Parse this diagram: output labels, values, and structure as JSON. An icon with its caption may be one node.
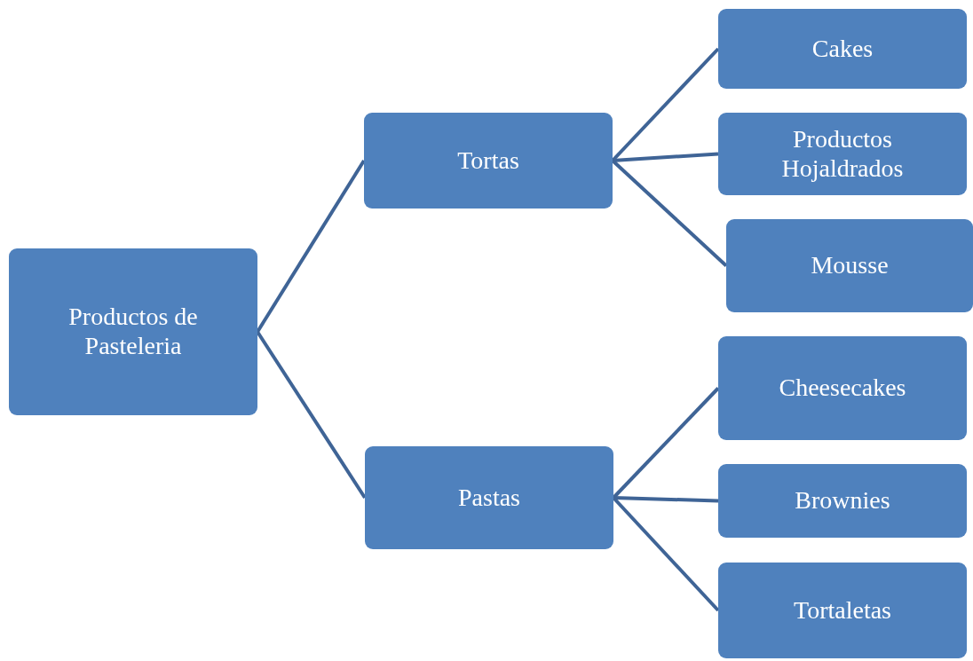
{
  "diagram": {
    "nodes": [
      {
        "text": [
          "Productos de Pasteleria"
        ]
      },
      {
        "text": [
          "Tortas"
        ]
      },
      {
        "text": [
          "Cakes"
        ]
      },
      {
        "text": [
          "Productos Hojaldrados"
        ]
      },
      {
        "text": [
          "Mousse"
        ]
      },
      {
        "text": [
          "Pastas"
        ]
      },
      {
        "text": [
          "Cheesecakes"
        ]
      },
      {
        "text": [
          "Brownies"
        ]
      },
      {
        "text": [
          "Tortaletas"
        ]
      }
    ],
    "edges": [
      {
        "from": 0,
        "to": 1,
        "arrow": "none"
      },
      {
        "from": 1,
        "to": 2,
        "arrow": "none"
      },
      {
        "from": 1,
        "to": 3,
        "arrow": "none"
      },
      {
        "from": 1,
        "to": 4,
        "arrow": "none"
      },
      {
        "from": 0,
        "to": 5,
        "arrow": "none"
      },
      {
        "from": 5,
        "to": 6,
        "arrow": "none"
      },
      {
        "from": 5,
        "to": 7,
        "arrow": "none"
      },
      {
        "from": 5,
        "to": 8,
        "arrow": "none"
      }
    ]
  }
}
